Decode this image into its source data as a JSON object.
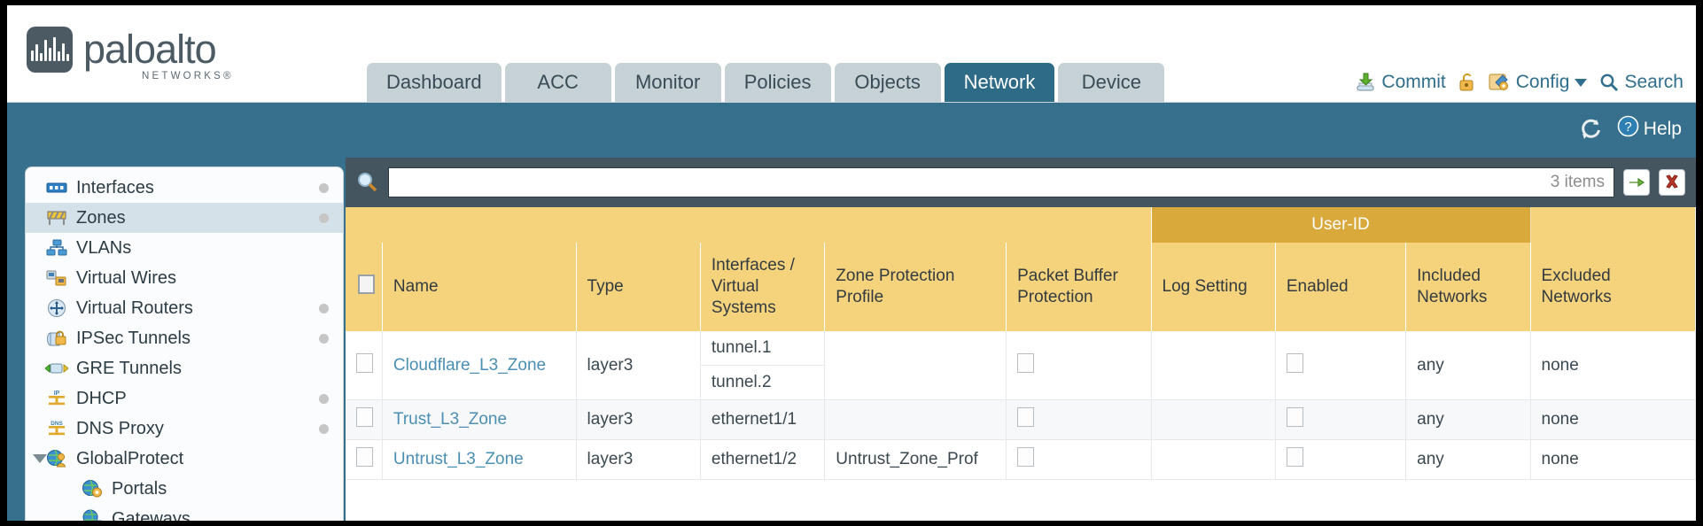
{
  "brand": {
    "name": "paloalto",
    "tagline": "NETWORKS",
    "registered": "®"
  },
  "tabs": [
    {
      "label": "Dashboard",
      "active": false
    },
    {
      "label": "ACC",
      "active": false
    },
    {
      "label": "Monitor",
      "active": false
    },
    {
      "label": "Policies",
      "active": false
    },
    {
      "label": "Objects",
      "active": false
    },
    {
      "label": "Network",
      "active": true
    },
    {
      "label": "Device",
      "active": false
    }
  ],
  "toolbar": {
    "commit_label": "Commit",
    "config_label": "Config",
    "search_label": "Search",
    "lock_icon": "lock-icon",
    "commit_icon": "commit-icon",
    "config_icon": "config-icon",
    "caret_icon": "chevron-down-icon",
    "search_icon": "search-icon"
  },
  "band": {
    "refresh_icon": "refresh-icon",
    "help_label": "Help",
    "help_icon": "help-icon"
  },
  "sidebar": {
    "items": [
      {
        "label": "Interfaces",
        "icon": "interfaces-icon",
        "selected": false,
        "dot": true,
        "child": false,
        "expander": false
      },
      {
        "label": "Zones",
        "icon": "zones-icon",
        "selected": true,
        "dot": true,
        "child": false,
        "expander": false
      },
      {
        "label": "VLANs",
        "icon": "vlans-icon",
        "selected": false,
        "dot": false,
        "child": false,
        "expander": false
      },
      {
        "label": "Virtual Wires",
        "icon": "virtual-wires-icon",
        "selected": false,
        "dot": false,
        "child": false,
        "expander": false
      },
      {
        "label": "Virtual Routers",
        "icon": "virtual-routers-icon",
        "selected": false,
        "dot": true,
        "child": false,
        "expander": false
      },
      {
        "label": "IPSec Tunnels",
        "icon": "ipsec-tunnels-icon",
        "selected": false,
        "dot": true,
        "child": false,
        "expander": false
      },
      {
        "label": "GRE Tunnels",
        "icon": "gre-tunnels-icon",
        "selected": false,
        "dot": false,
        "child": false,
        "expander": false
      },
      {
        "label": "DHCP",
        "icon": "dhcp-icon",
        "selected": false,
        "dot": true,
        "child": false,
        "expander": false
      },
      {
        "label": "DNS Proxy",
        "icon": "dns-proxy-icon",
        "selected": false,
        "dot": true,
        "child": false,
        "expander": false
      },
      {
        "label": "GlobalProtect",
        "icon": "globalprotect-icon",
        "selected": false,
        "dot": false,
        "child": false,
        "expander": true
      },
      {
        "label": "Portals",
        "icon": "portals-icon",
        "selected": false,
        "dot": false,
        "child": true,
        "expander": false
      },
      {
        "label": "Gateways",
        "icon": "gateways-icon",
        "selected": false,
        "dot": false,
        "child": true,
        "expander": false
      }
    ]
  },
  "search": {
    "value": "",
    "placeholder": "",
    "items_count": "3 items",
    "apply_icon": "arrow-right-icon",
    "clear_icon": "close-icon",
    "magnifier_icon": "search-icon"
  },
  "table": {
    "group_header": {
      "label": "User-ID",
      "span": 3
    },
    "columns": [
      "Name",
      "Type",
      "Interfaces / Virtual Systems",
      "Zone Protection Profile",
      "Packet Buffer Protection",
      "Log Setting",
      "Enabled",
      "Included Networks",
      "Excluded Networks"
    ],
    "rows": [
      {
        "name": "Cloudflare_L3_Zone",
        "type": "layer3",
        "interfaces": [
          "tunnel.1",
          "tunnel.2"
        ],
        "zone_protection_profile": "",
        "packet_buffer_protection": false,
        "log_setting": "",
        "userid_enabled": false,
        "included_networks": "any",
        "excluded_networks": "none"
      },
      {
        "name": "Trust_L3_Zone",
        "type": "layer3",
        "interfaces": [
          "ethernet1/1"
        ],
        "zone_protection_profile": "",
        "packet_buffer_protection": false,
        "log_setting": "",
        "userid_enabled": false,
        "included_networks": "any",
        "excluded_networks": "none"
      },
      {
        "name": "Untrust_L3_Zone",
        "type": "layer3",
        "interfaces": [
          "ethernet1/2"
        ],
        "zone_protection_profile": "Untrust_Zone_Prof",
        "packet_buffer_protection": false,
        "log_setting": "",
        "userid_enabled": false,
        "included_networks": "any",
        "excluded_networks": "none"
      }
    ]
  },
  "colors": {
    "brand_dark": "#4c5a64",
    "tab_active": "#2e6b87",
    "tab_inactive": "#c7d2d6",
    "band": "#36708c",
    "header_gold": "#f5d37c",
    "group_gold": "#d9a93c",
    "link": "#4a8fb3",
    "searchbar": "#45555f"
  }
}
